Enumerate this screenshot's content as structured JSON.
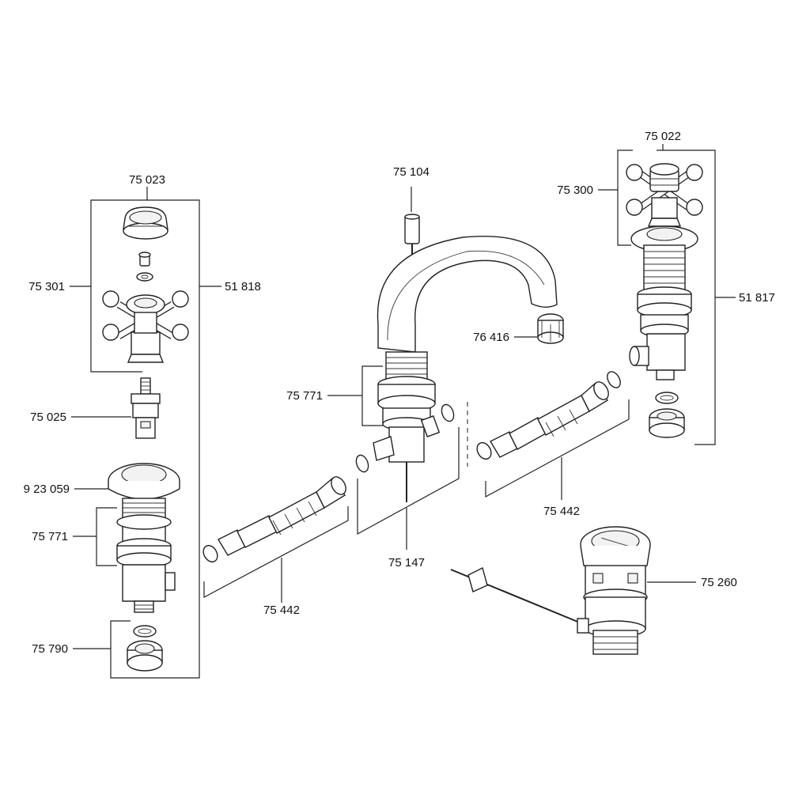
{
  "labels": {
    "l_75023": "75 023",
    "l_75301": "75 301",
    "l_51818": "51 818",
    "l_75025": "75 025",
    "l_923059": "9 23 059",
    "l_75771_left": "75 771",
    "l_75790": "75 790",
    "l_75442_left": "75 442",
    "l_75104": "75 104",
    "l_75771_center": "75 771",
    "l_76416": "76 416",
    "l_75147": "75 147",
    "l_75442_right": "75 442",
    "l_75022": "75 022",
    "l_75300": "75 300",
    "l_51817": "51 817",
    "l_75260": "75 260"
  }
}
